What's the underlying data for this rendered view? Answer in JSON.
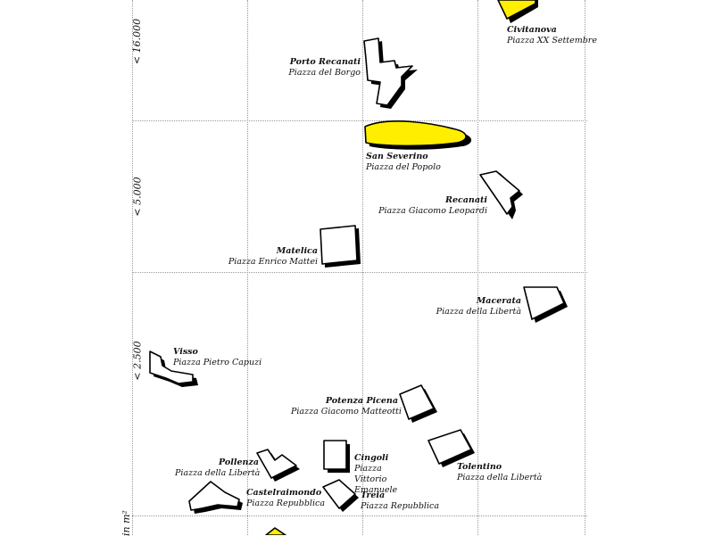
{
  "colors": {
    "highlight": "#ffee00",
    "outline": "#000000",
    "background": "#ffffff",
    "grid": "#9a9a9a"
  },
  "axis": {
    "band_labels": [
      "< 16.000",
      "< 5.000",
      "< 2.500"
    ],
    "unit_label": "in m²"
  },
  "piazzas": [
    {
      "town": "Civitanova",
      "square": "Piazza XX Settembre",
      "highlight": true
    },
    {
      "town": "Porto Recanati",
      "square": "Piazza del Borgo",
      "highlight": false
    },
    {
      "town": "San Severino",
      "square": "Piazza del Popolo",
      "highlight": true
    },
    {
      "town": "Recanati",
      "square": "Piazza Giacomo Leopardi",
      "highlight": false
    },
    {
      "town": "Matelica",
      "square": "Piazza Enrico Mattei",
      "highlight": false
    },
    {
      "town": "Macerata",
      "square": "Piazza della Libertà",
      "highlight": false
    },
    {
      "town": "Visso",
      "square": "Piazza Pietro Capuzi",
      "highlight": false
    },
    {
      "town": "Potenza Picena",
      "square": "Piazza Giacomo Matteotti",
      "highlight": false
    },
    {
      "town": "Tolentino",
      "square": "Piazza della Libertà",
      "highlight": false
    },
    {
      "town": "Cingoli",
      "square": "Piazza Vittorio Emanuele",
      "highlight": false
    },
    {
      "town": "Pollenza",
      "square": "Piazza della Libertà",
      "highlight": false
    },
    {
      "town": "Castelraimondo",
      "square": "Piazza Repubblica",
      "highlight": false
    },
    {
      "town": "Treia",
      "square": "Piazza Repubblica",
      "highlight": false
    }
  ]
}
